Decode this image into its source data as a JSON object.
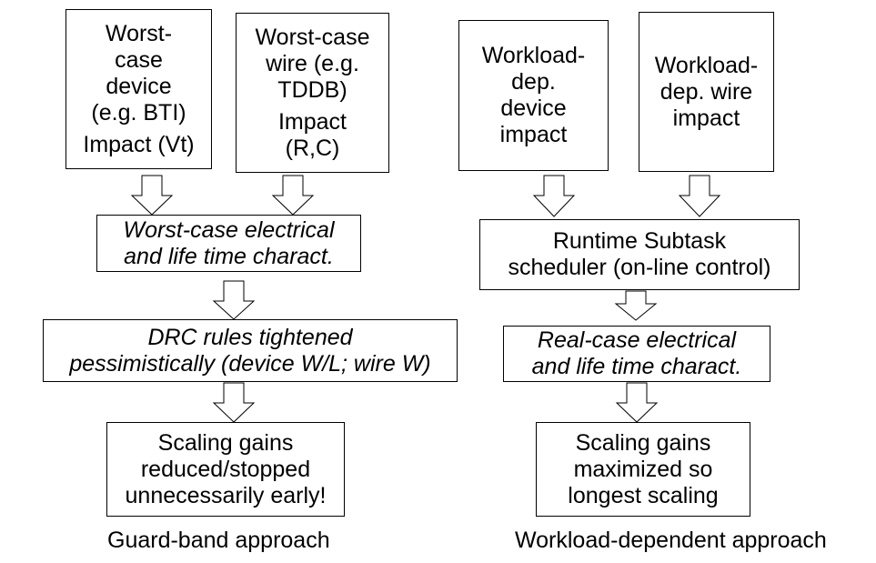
{
  "left": {
    "device_box": {
      "text": "Worst-\ncase\ndevice\n(e.g. BTI)",
      "impact": "Impact (Vt)"
    },
    "wire_box": {
      "text": "Worst-case\nwire (e.g.\nTDDB)",
      "impact": "Impact\n(R,C)"
    },
    "charact_box": {
      "text": "Worst-case electrical\nand life time charact."
    },
    "drc_box": {
      "text": "DRC rules tightened\npessimistically (device W/L; wire W)"
    },
    "result_box": {
      "text": "Scaling gains\nreduced/stopped\nunnecessarily early!"
    },
    "caption": "Guard-band approach"
  },
  "right": {
    "device_box": {
      "text": "Workload-\ndep.\ndevice\nimpact"
    },
    "wire_box": {
      "text": "Workload-\ndep. wire\nimpact"
    },
    "scheduler_box": {
      "text": "Runtime Subtask\nscheduler (on-line control)"
    },
    "charact_box": {
      "text": "Real-case electrical\nand life time charact."
    },
    "result_box": {
      "text": "Scaling gains\nmaximized so\nlongest scaling"
    },
    "caption": "Workload-dependent approach"
  }
}
